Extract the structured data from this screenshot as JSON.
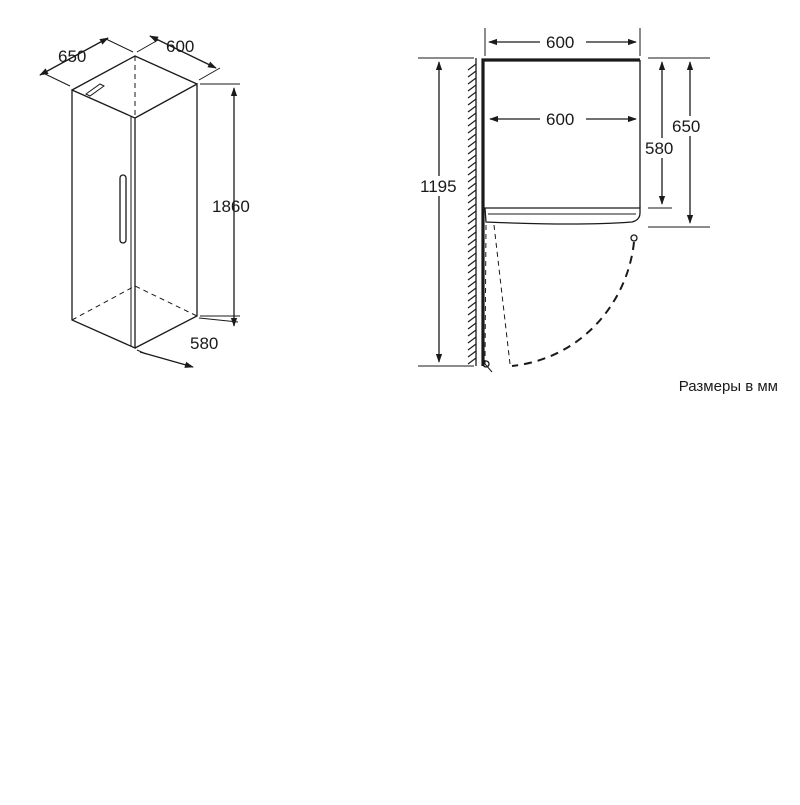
{
  "iso_view": {
    "depth_label": "650",
    "width_label": "600",
    "height_label": "1860",
    "depth_bottom_label": "580"
  },
  "top_view": {
    "overall_width_label": "600",
    "inner_width_label": "600",
    "overall_height_label": "1195",
    "body_depth_label": "650",
    "inner_depth_label": "580"
  },
  "caption": "Размеры в мм",
  "colors": {
    "line": "#1a1a1a",
    "background": "#ffffff"
  }
}
